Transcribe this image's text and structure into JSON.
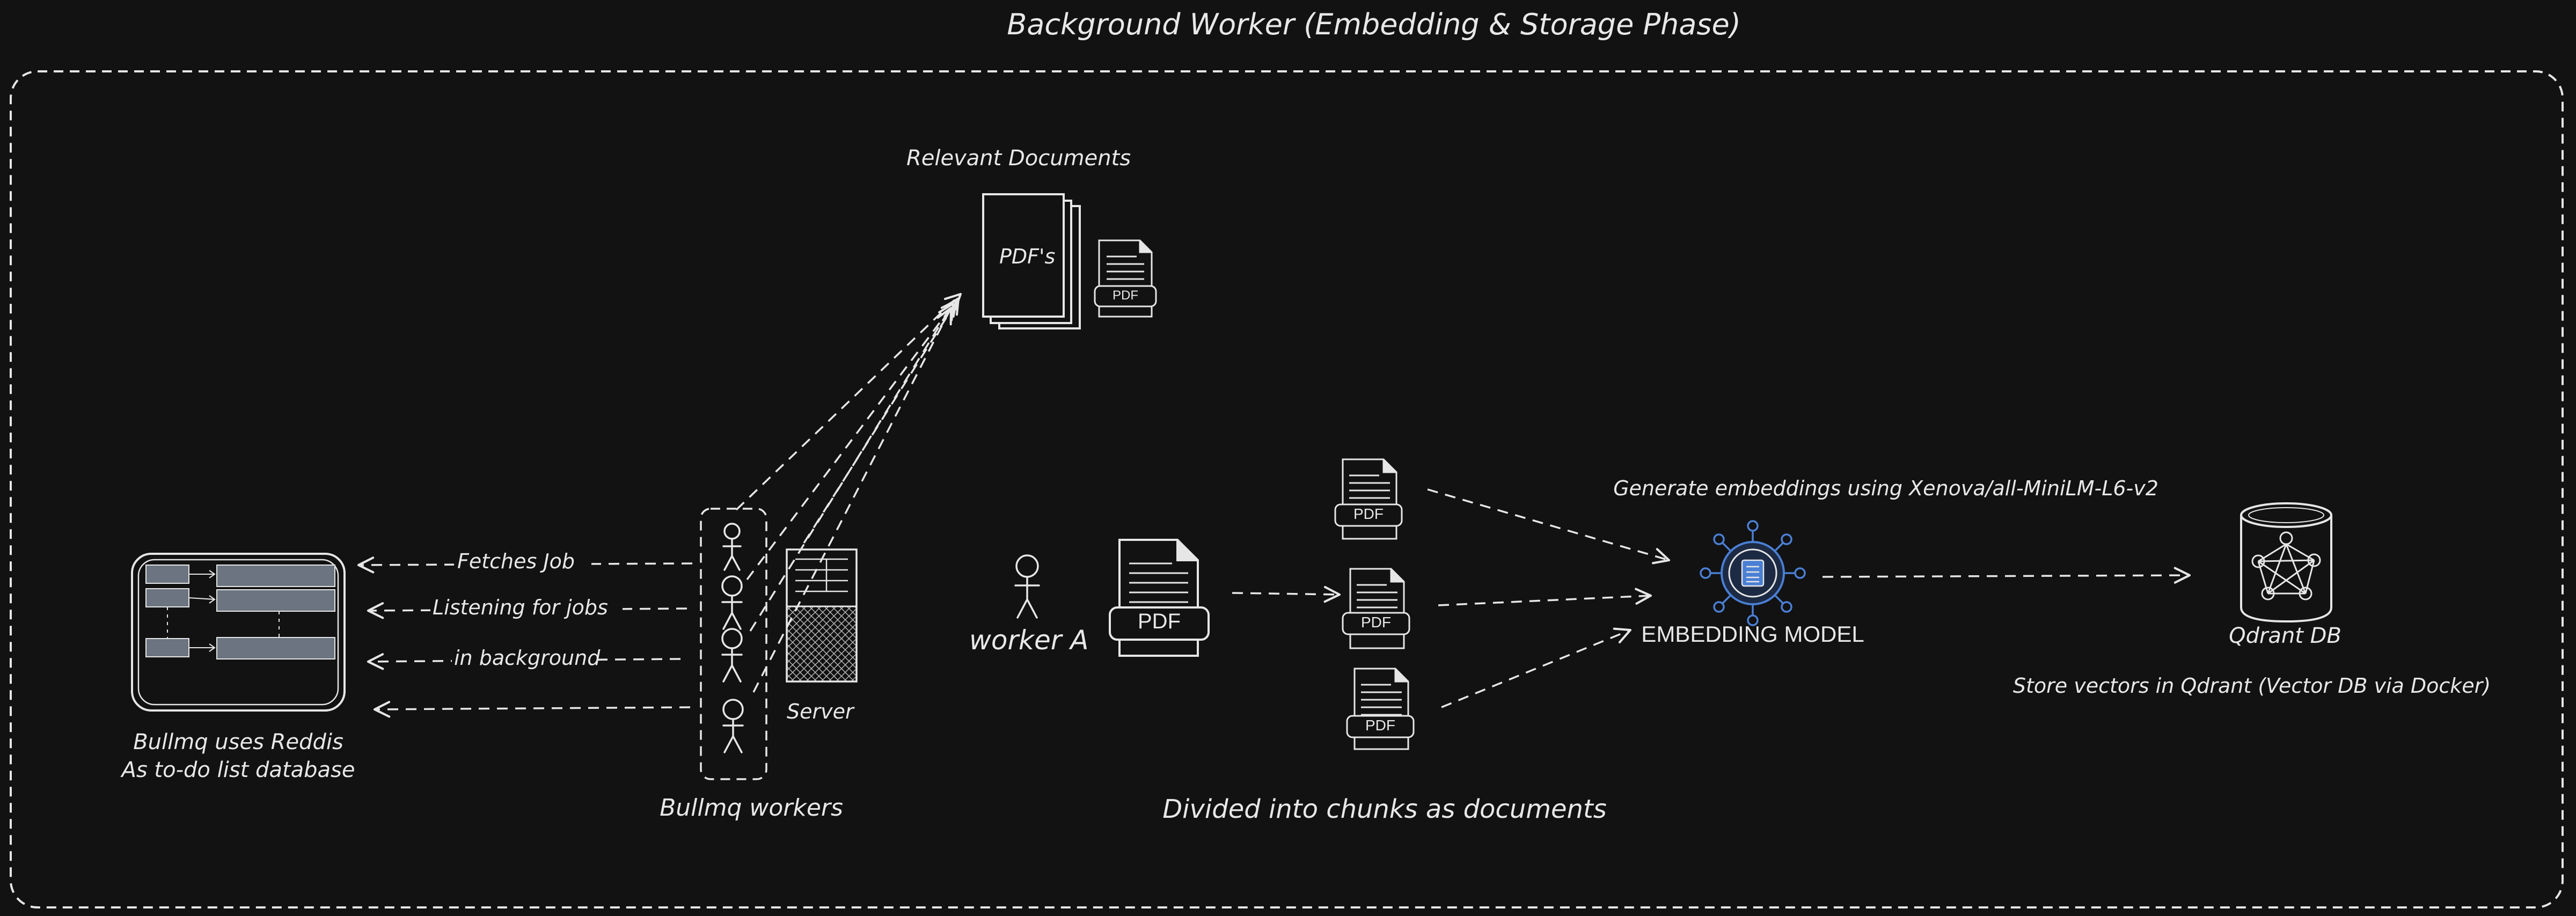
{
  "title": "Background Worker (Embedding & Storage Phase)",
  "labels": {
    "relevant_documents": "Relevant Documents",
    "pdfs": "PDF's",
    "pdf": "PDF",
    "fetches_job": "Fetches Job",
    "listening": "Listening for jobs",
    "in_background": "in background",
    "bullmq_line1": "Bullmq uses Reddis",
    "bullmq_line2": "As to-do list database",
    "bullmq_workers": "Bullmq workers",
    "server": "Server",
    "worker_a": "worker A",
    "chunks": "Divided into chunks as documents",
    "generate_embeddings": "Generate embeddings using Xenova/all-MiniLM-L6-v2",
    "embedding_model": "EMBEDDING MODEL",
    "qdrant_db": "Qdrant DB",
    "store_vectors": "Store vectors in Qdrant (Vector DB via Docker)"
  },
  "colors": {
    "background": "#121212",
    "stroke": "#e6e6e6",
    "accent_blue": "#4a7fd4",
    "queue_bar": "#6b7480"
  },
  "icons": [
    "person-icon",
    "server-icon",
    "pdf-icon",
    "embedding-model-icon",
    "database-icon",
    "queue-icon"
  ]
}
